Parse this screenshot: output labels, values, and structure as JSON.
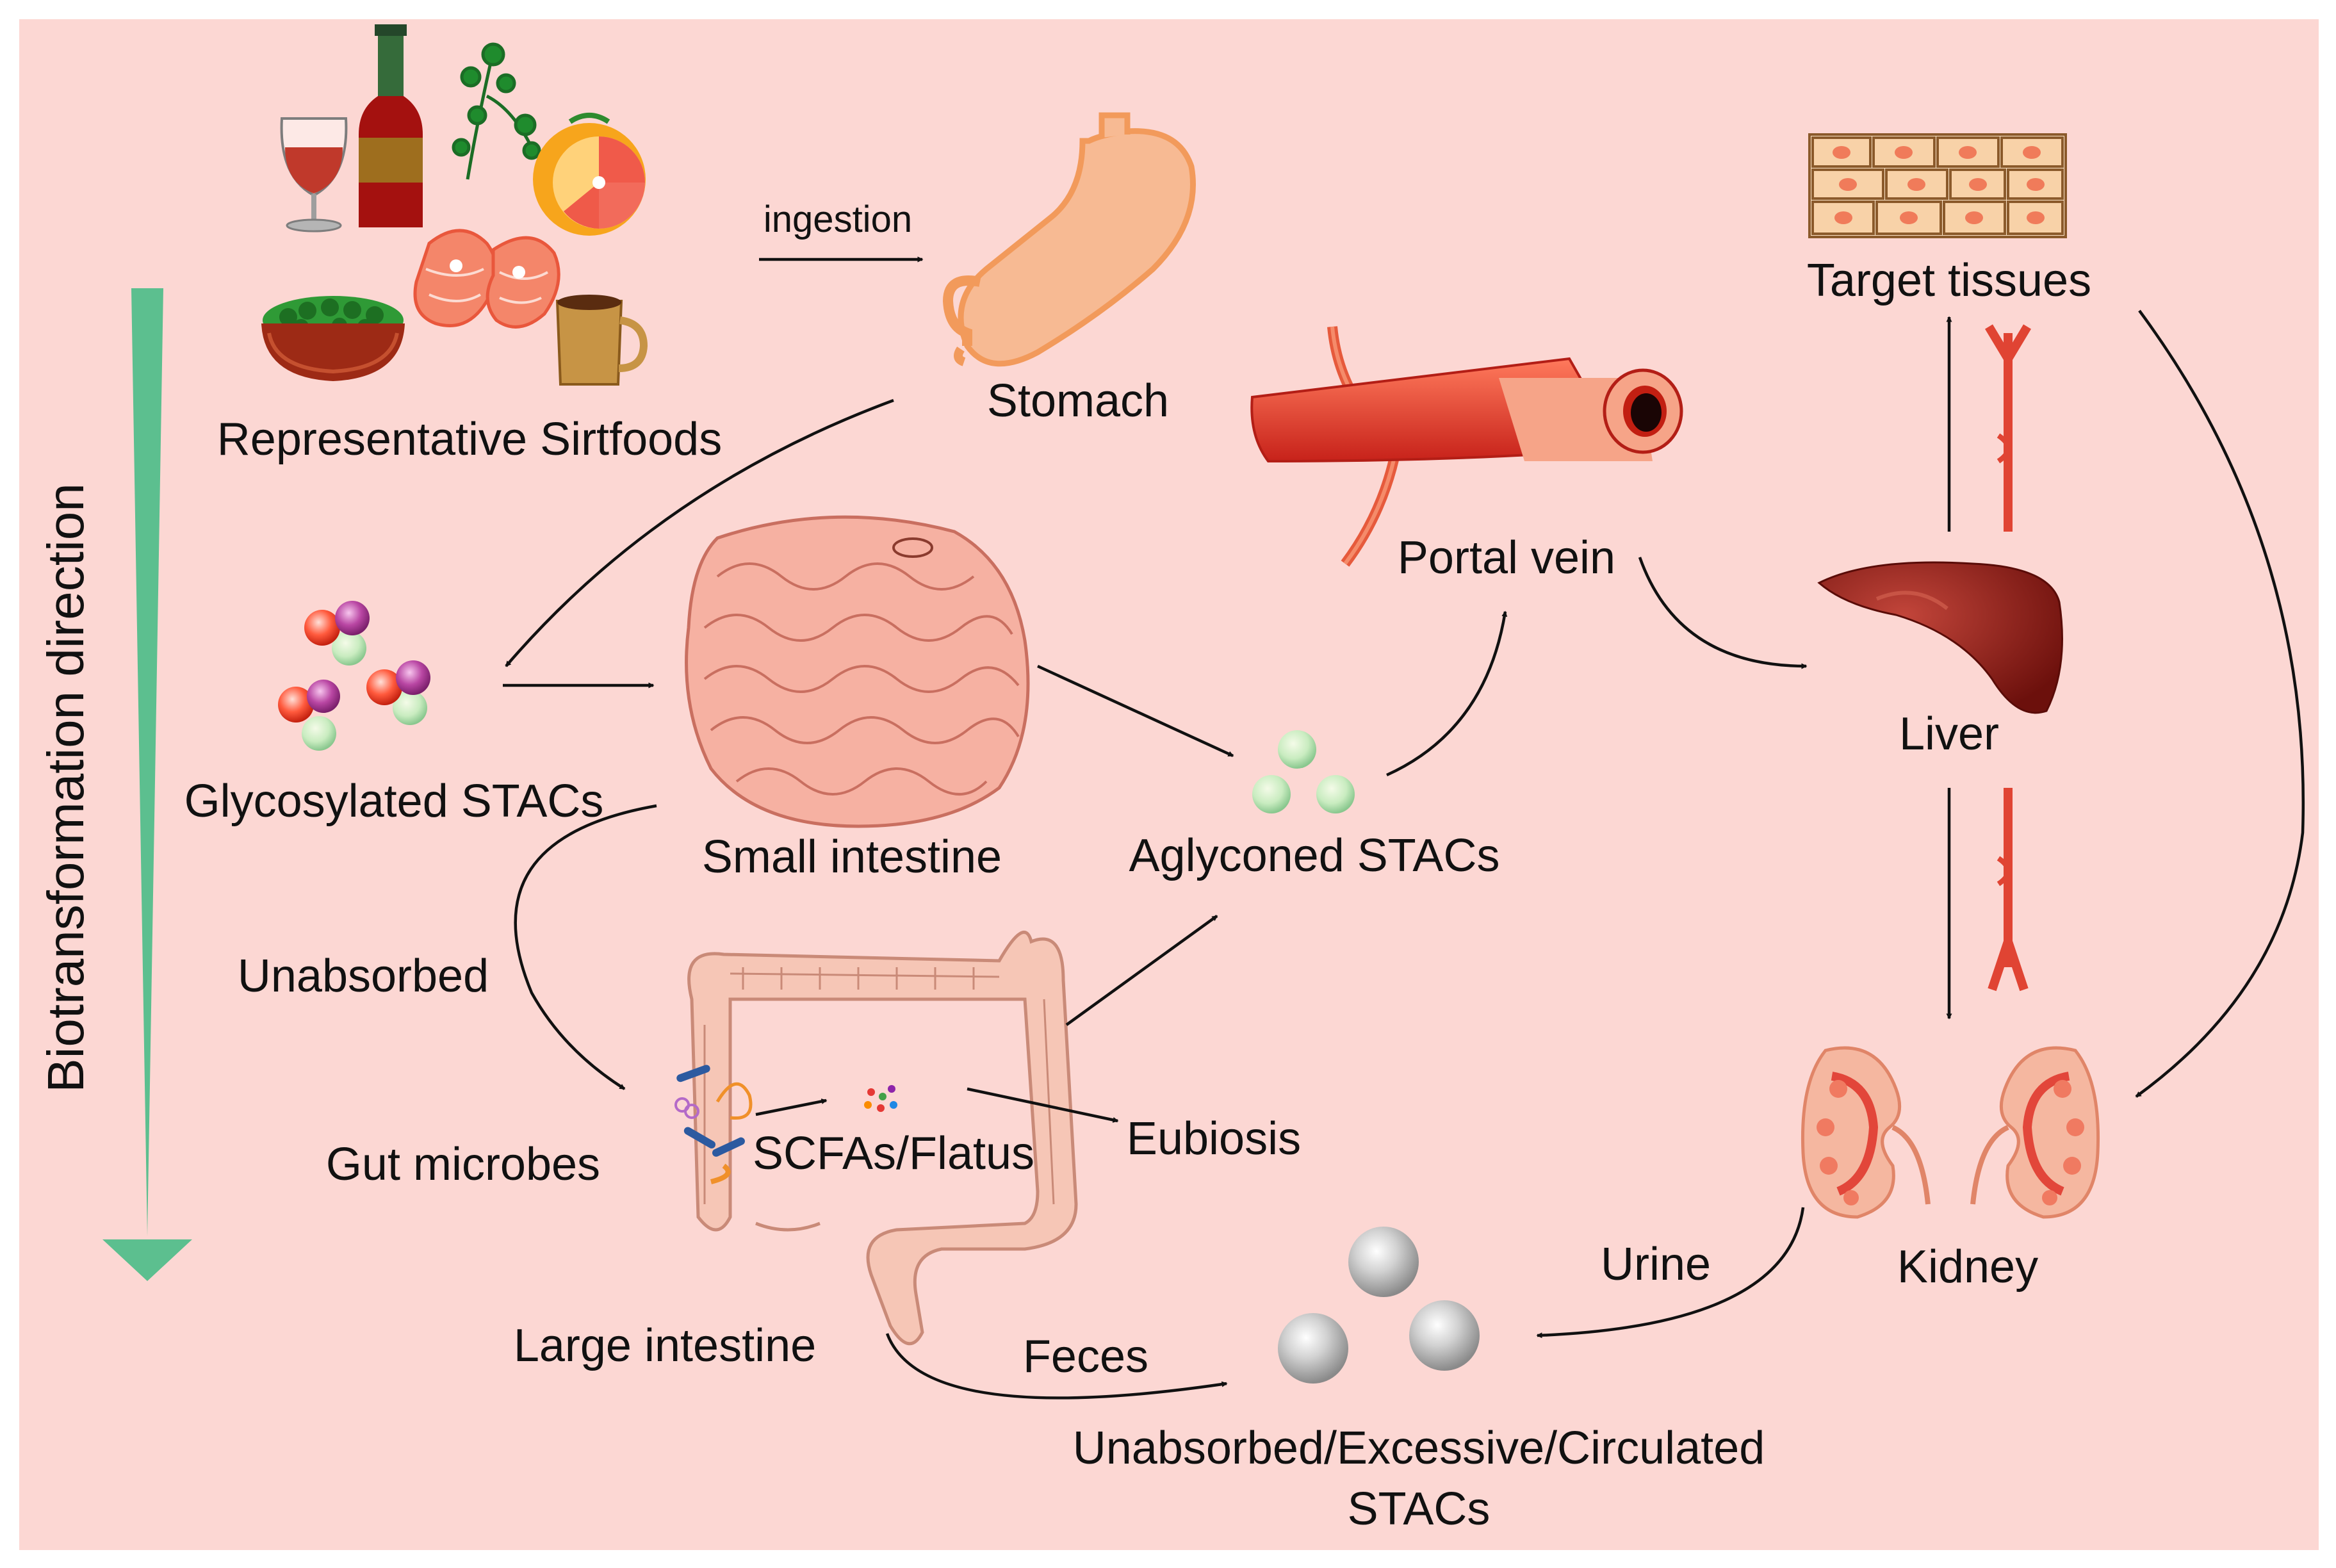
{
  "colors": {
    "background": "#ffffff",
    "panel": "#fcd7d3",
    "direction_arrow": "#5cbf8f",
    "arrow": "#111111",
    "blood_vessel": "#e8403a",
    "organ_pink": "#f5b7a0",
    "liver": "#8e1c16",
    "sphere_grey": "#bdbdbd"
  },
  "side_label": "Biotransformation direction",
  "labels": {
    "sirtfoods": "Representative Sirtfoods",
    "ingestion": "ingestion",
    "stomach": "Stomach",
    "portal_vein": "Portal vein",
    "target_tissues": "Target tissues",
    "liver": "Liver",
    "glycosylated": "Glycosylated STACs",
    "small_intestine": "Small intestine",
    "aglyconed": "Aglyconed STACs",
    "unabsorbed": "Unabsorbed",
    "gut_microbes": "Gut microbes",
    "scfas": "SCFAs/Flatus",
    "eubiosis": "Eubiosis",
    "kidney": "Kidney",
    "urine": "Urine",
    "large_intestine": "Large intestine",
    "feces": "Feces",
    "excreted_line1": "Unabsorbed/Excessive/Circulated",
    "excreted_line2": "STACs"
  },
  "icons": {
    "wine_glass": "wine-glass-icon",
    "wine_bottle": "wine-bottle-icon",
    "herb": "parsley-icon",
    "citrus": "grapefruit-icon",
    "salmon": "salmon-steak-icon",
    "greens_bowl": "kale-bowl-icon",
    "coffee": "coffee-mug-icon",
    "stomach": "stomach-icon",
    "portal_vein": "portal-vein-icon",
    "tissue": "tissue-cells-icon",
    "liver": "liver-icon",
    "small_intestine": "small-intestine-icon",
    "large_intestine": "large-intestine-icon",
    "kidneys": "kidneys-icon"
  }
}
